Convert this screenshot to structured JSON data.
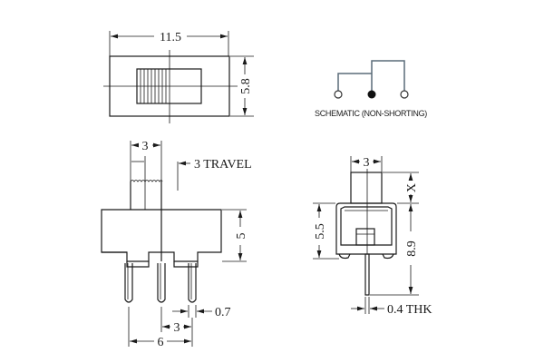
{
  "top_view": {
    "width_dim": "11.5",
    "height_dim": "5.8"
  },
  "schematic": {
    "label": "SCHEMATIC (NON-SHORTING)"
  },
  "side_view": {
    "actuator_width_dim": "3",
    "travel_label": "3 TRAVEL",
    "body_height_dim": "5",
    "pin_thickness_dim": "0.7",
    "pin_pitch_dim": "3",
    "pin_span_dim": "6"
  },
  "end_view": {
    "actuator_width_dim": "3",
    "actuator_height_dim": "X",
    "frame_height_dim": "5.5",
    "total_height_dim": "8.9",
    "pin_thickness_label": "0.4 THK"
  }
}
